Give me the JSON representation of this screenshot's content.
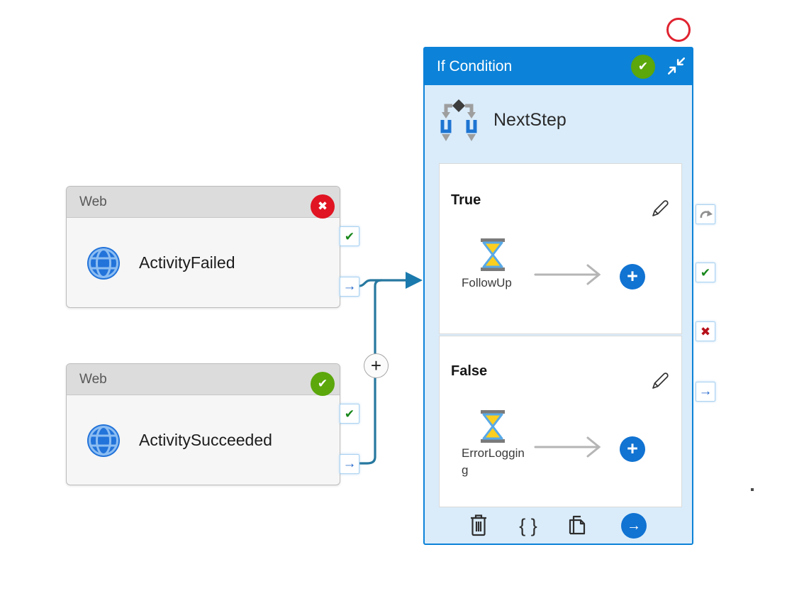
{
  "glyphs": {
    "check": "✔",
    "cross": "✖",
    "arrow_right": "→",
    "plus": "+",
    "braces": "{ }"
  },
  "colors": {
    "accent_blue": "#0c82d8",
    "panel_bg": "#daecfa",
    "connector_teal": "#27789f",
    "success_green": "#5ba70c",
    "error_red": "#e01422",
    "plus_button_blue": "#1173d2",
    "annotation_red": "#e02330"
  },
  "web_activities": [
    {
      "type_label": "Web",
      "name": "ActivityFailed",
      "status": "failed"
    },
    {
      "type_label": "Web",
      "name": "ActivitySucceeded",
      "status": "succeeded"
    }
  ],
  "if_condition": {
    "title": "If Condition",
    "status": "succeeded",
    "name": "NextStep",
    "branches": [
      {
        "label": "True",
        "activity_name": "FollowUp"
      },
      {
        "label": "False",
        "activity_name": "ErrorLogging"
      }
    ]
  }
}
